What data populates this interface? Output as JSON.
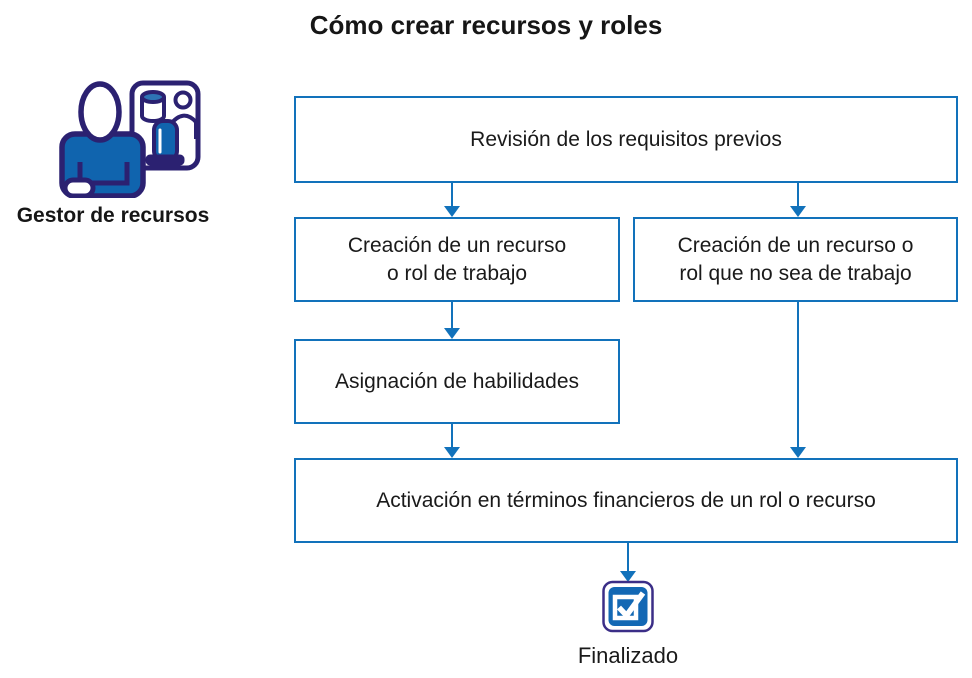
{
  "title": "Cómo crear recursos y roles",
  "actor": {
    "label": "Gestor de recursos",
    "icon": "resource-manager-icon"
  },
  "flow": {
    "nodes": [
      {
        "id": "review-prerequisites",
        "label": "Revisión de los requisitos previos"
      },
      {
        "id": "create-work-resource",
        "label": "Creación de un recurso o rol de trabajo"
      },
      {
        "id": "create-nonwork-resource",
        "label": "Creación de un recurso o rol que no sea de trabajo"
      },
      {
        "id": "assign-skills",
        "label": "Asignación de habilidades"
      },
      {
        "id": "activate-financially",
        "label": "Activación en términos financieros de un rol o recurso"
      }
    ],
    "edges": [
      {
        "from": "review-prerequisites",
        "to": "create-work-resource"
      },
      {
        "from": "review-prerequisites",
        "to": "create-nonwork-resource"
      },
      {
        "from": "create-work-resource",
        "to": "assign-skills"
      },
      {
        "from": "assign-skills",
        "to": "activate-financially"
      },
      {
        "from": "create-nonwork-resource",
        "to": "activate-financially"
      },
      {
        "from": "activate-financially",
        "to": "finished"
      }
    ]
  },
  "finish": {
    "label": "Finalizado",
    "icon": "completed-checkbox-icon"
  },
  "colors": {
    "accent_blue": "#1272BB",
    "icon_outline": "#2B2171",
    "icon_fill": "#1064AE",
    "icon_light_blue": "#2E74B5",
    "check_outline": "#3B2E87",
    "check_fill": "#1368B4",
    "text": "#1A1A1A",
    "background": "#FFFFFF"
  }
}
